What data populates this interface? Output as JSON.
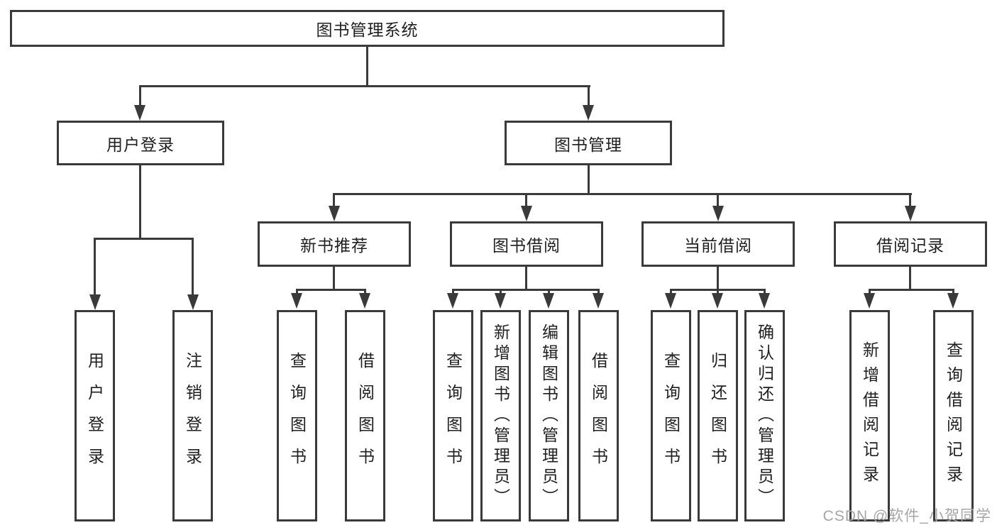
{
  "tree": {
    "root": {
      "label": "图书管理系统"
    },
    "branches": [
      {
        "label": "用户登录",
        "leaves": [
          "用户登录",
          "注销登录"
        ]
      },
      {
        "label": "图书管理",
        "groups": [
          {
            "label": "新书推荐",
            "leaves": [
              "查询图书",
              "借阅图书"
            ]
          },
          {
            "label": "图书借阅",
            "leaves": [
              "查询图书",
              "新增图书（管理员）",
              "编辑图书（管理员）",
              "借阅图书"
            ]
          },
          {
            "label": "当前借阅",
            "leaves": [
              "查询图书",
              "归还图书",
              "确认归还（管理员）"
            ]
          },
          {
            "label": "借阅记录",
            "leaves": [
              "新增借阅记录",
              "查询借阅记录"
            ]
          }
        ]
      }
    ]
  },
  "watermark": "CSDN @软件_小贺同学",
  "colors": {
    "line": "#3a3a3a",
    "text": "#1f1f1f",
    "watermark": "#a6a6a6",
    "background": "#ffffff"
  }
}
